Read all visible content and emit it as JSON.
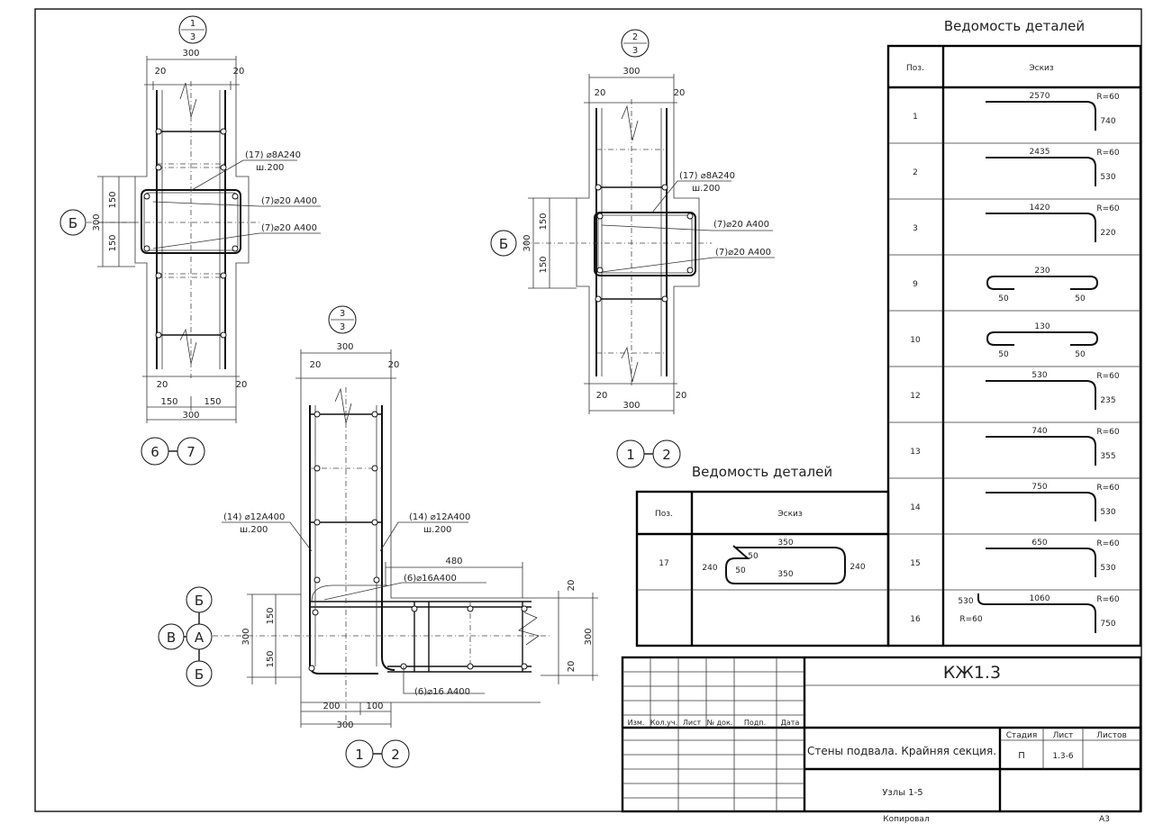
{
  "section_marks": {
    "s1": {
      "num": "1",
      "den": "3"
    },
    "s2": {
      "num": "2",
      "den": "3"
    },
    "s3": {
      "num": "3",
      "den": "3"
    }
  },
  "detail1": {
    "dim_top": "300",
    "dim_20a": "20",
    "dim_20b": "20",
    "dim_150a": "150",
    "dim_150b": "150",
    "dim_300v": "300",
    "dim_bot_150a": "150",
    "dim_bot_150b": "150",
    "dim_bot_300": "300",
    "dim_bot_20a": "20",
    "dim_bot_20b": "20",
    "label_17a": "(17) ⌀8А240",
    "label_17b": "ш.200",
    "label_7a": "(7)⌀20 А400",
    "label_7b": "(7)⌀20 А400",
    "axis_left": "Б",
    "axis_a": "6",
    "axis_b": "7"
  },
  "detail2": {
    "dim_top": "300",
    "dim_20a": "20",
    "dim_20b": "20",
    "dim_150a": "150",
    "dim_150b": "150",
    "dim_300v": "300",
    "dim_bot_300": "300",
    "dim_bot_20a": "20",
    "dim_bot_20b": "20",
    "label_17a": "(17) ⌀8А240",
    "label_17b": "ш.200",
    "label_7a": "(7)⌀20 А400",
    "label_7b": "(7)⌀20 А400",
    "axis_left": "Б",
    "axis_a": "1",
    "axis_b": "2"
  },
  "detail3": {
    "dim_top": "300",
    "dim_20a": "20",
    "dim_20b": "20",
    "dim_480": "480",
    "dim_20r1": "20",
    "dim_20r2": "20",
    "dim_300r": "300",
    "dim_150a": "150",
    "dim_150b": "150",
    "dim_300l": "300",
    "dim_200": "200",
    "dim_100": "100",
    "dim_300b": "300",
    "label_14a1": "(14) ⌀12А400",
    "label_14a2": "ш.200",
    "label_14b1": "(14) ⌀12А400",
    "label_14b2": "ш.200",
    "label_6a": "(6)⌀16А400",
    "label_6b": "(6)⌀16 А400",
    "axis_b_top": "Б",
    "axis_v": "В",
    "axis_a": "А",
    "axis_b_bot": "Б",
    "axis_1": "1",
    "axis_2": "2"
  },
  "schedule_main": {
    "title": "Ведомость деталей",
    "col_pos": "Поз.",
    "col_sketch": "Эскиз",
    "rows": [
      {
        "pos": "1",
        "len": "2570",
        "r": "R=60",
        "leg": "740"
      },
      {
        "pos": "2",
        "len": "2435",
        "r": "R=60",
        "leg": "530"
      },
      {
        "pos": "3",
        "len": "1420",
        "r": "R=60",
        "leg": "220"
      },
      {
        "pos": "9",
        "len": "230",
        "e1": "50",
        "e2": "50"
      },
      {
        "pos": "10",
        "len": "130",
        "e1": "50",
        "e2": "50"
      },
      {
        "pos": "12",
        "len": "530",
        "r": "R=60",
        "leg": "235"
      },
      {
        "pos": "13",
        "len": "740",
        "r": "R=60",
        "leg": "355"
      },
      {
        "pos": "14",
        "len": "750",
        "r": "R=60",
        "leg": "530"
      },
      {
        "pos": "15",
        "len": "650",
        "r": "R=60",
        "leg": "530"
      },
      {
        "pos": "16",
        "len": "1060",
        "r": "R=60",
        "leg": "750",
        "leg_l": "530",
        "r_l": "R=60"
      }
    ]
  },
  "schedule_small": {
    "title": "Ведомость деталей",
    "col_pos": "Поз.",
    "col_sketch": "Эскиз",
    "row17": {
      "pos": "17",
      "top": "350",
      "inner": "350",
      "left": "240",
      "right": "240",
      "h1": "50",
      "h2": "50"
    }
  },
  "title_block": {
    "code": "КЖ1.3",
    "headers": [
      "Изм.",
      "Кол.уч.",
      "Лист",
      "№ док.",
      "Подп.",
      "Дата"
    ],
    "stage_h": "Стадия",
    "sheet_h": "Лист",
    "sheets_h": "Листов",
    "stage": "П",
    "sheet": "1.3-6",
    "name": "Стены подвала. Крайняя секция.",
    "subname": "Узлы 1-5",
    "copied": "Копировал",
    "format": "А3"
  }
}
